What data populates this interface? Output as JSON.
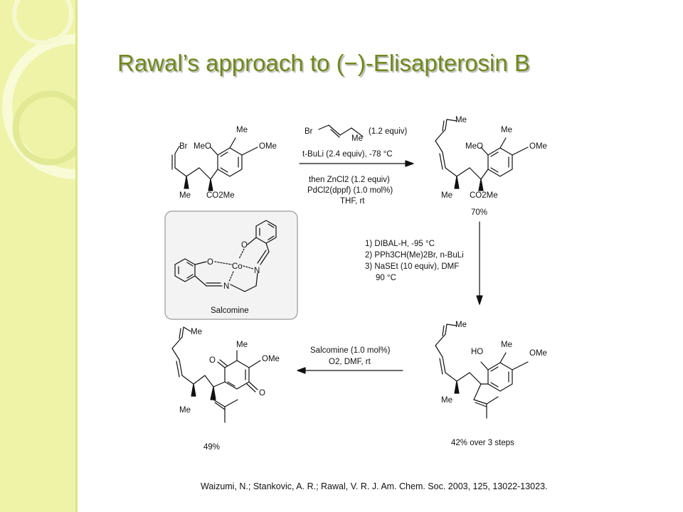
{
  "slide": {
    "title": "Rawal’s approach to (−)-Elisapterosin B",
    "colors": {
      "sidebar": "#eef3a8",
      "title": "#6e8a1a"
    }
  },
  "scheme": {
    "sm": {
      "br": "Br",
      "meo": "MeO",
      "me_top": "Me",
      "ome": "OMe",
      "me_bottom": "Me",
      "ester": "CO2Me"
    },
    "reagent1": {
      "br": "Br",
      "me": "Me",
      "equiv": "(1.2 equiv)"
    },
    "step1_conditions": [
      "t-BuLi (2.4 equiv), -78 °C",
      "then ZnCl2 (1.2 equiv)",
      "PdCl2(dppf) (1.0 mol%)",
      "THF, rt"
    ],
    "p1": {
      "me_chain": "Me",
      "meo": "MeO",
      "me_top": "Me",
      "ome": "OMe",
      "me_bottom": "Me",
      "ester": "CO2Me",
      "yield": "70%"
    },
    "step2_conditions": [
      "1) DIBAL-H, -95 °C",
      "2) PPh3CH(Me)2Br, n-BuLi",
      "3) NaSEt (10 equiv), DMF",
      "90 °C"
    ],
    "p2": {
      "me_chain": "Me",
      "ho": "HO",
      "me_top": "Me",
      "ome": "OMe",
      "me_bottom": "Me",
      "yield": "42% over 3 steps"
    },
    "step3_conditions": [
      "Salcomine (1.0 mol%)",
      "O2, DMF, rt"
    ],
    "p3": {
      "me_chain": "Me",
      "o_left": "O",
      "me_top": "Me",
      "ome": "OMe",
      "o_right": "O",
      "me_bottom": "Me",
      "yield": "49%"
    },
    "salcomine": {
      "label": "Salcomine",
      "co": "Co",
      "o": "O",
      "n": "N"
    }
  },
  "citation": "Waizumi, N.; Stankovic, A. R.; Rawal, V. R. J. Am. Chem. Soc. 2003, 125, 13022-13023."
}
